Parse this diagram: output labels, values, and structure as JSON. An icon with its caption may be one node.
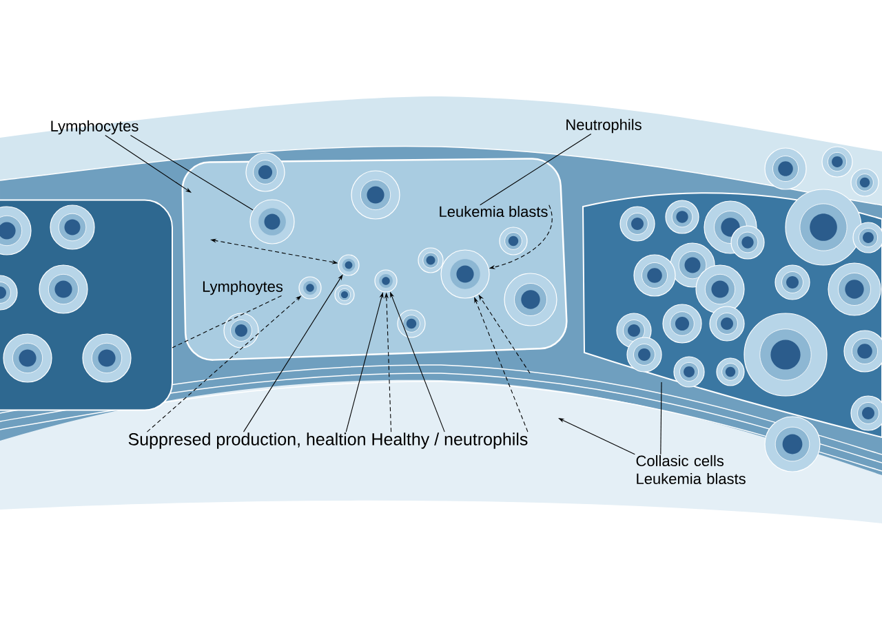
{
  "diagram": {
    "nodes": [
      {
        "text": [
          "Lymphocytes"
        ]
      },
      {
        "text": [
          "Neutrophils"
        ]
      },
      {
        "text": [
          "Leukemia blasts"
        ]
      },
      {
        "text": [],
        "shape": "box"
      },
      {
        "text": [],
        "shape": "circle"
      },
      {
        "text": [],
        "shape": "circle"
      },
      {
        "text": [],
        "shape": "circle"
      },
      {
        "text": [],
        "shape": "circle"
      },
      {
        "text": [],
        "shape": "circle"
      },
      {
        "text": [
          "Lymphoytes"
        ]
      },
      {
        "text": [
          "Suppresed production, healtion Healthy / neutrophils"
        ]
      },
      {
        "text": [
          "Collasic cells Leukemia blasts"
        ]
      }
    ],
    "edges": [
      {
        "from": 0,
        "to": null,
        "arrow": "to"
      },
      {
        "from": 0,
        "to": 4,
        "arrow": "none"
      },
      {
        "from": 1,
        "to": 2,
        "arrow": "none"
      },
      {
        "from": 2,
        "to": 8,
        "arrow": "to",
        "style": "dashed"
      },
      {
        "from": null,
        "to": 6,
        "arrow": "both",
        "style": "dashed"
      },
      {
        "from": 9,
        "to": 3,
        "arrow": "none",
        "style": "dashed"
      },
      {
        "from": 10,
        "to": 5,
        "arrow": "to",
        "style": "dashed"
      },
      {
        "from": 10,
        "to": 6,
        "arrow": "to"
      },
      {
        "from": 10,
        "to": 7,
        "arrow": "to"
      },
      {
        "from": 10,
        "to": 7,
        "arrow": "to",
        "style": "dashed"
      },
      {
        "from": 10,
        "to": 7,
        "arrow": "to"
      },
      {
        "from": 10,
        "to": 8,
        "arrow": "to",
        "style": "dashed"
      },
      {
        "from": null,
        "to": 8,
        "arrow": "to",
        "style": "dashed"
      },
      {
        "from": 11,
        "to": null,
        "arrow": "to"
      },
      {
        "from": 11,
        "to": null,
        "arrow": "none"
      }
    ]
  }
}
